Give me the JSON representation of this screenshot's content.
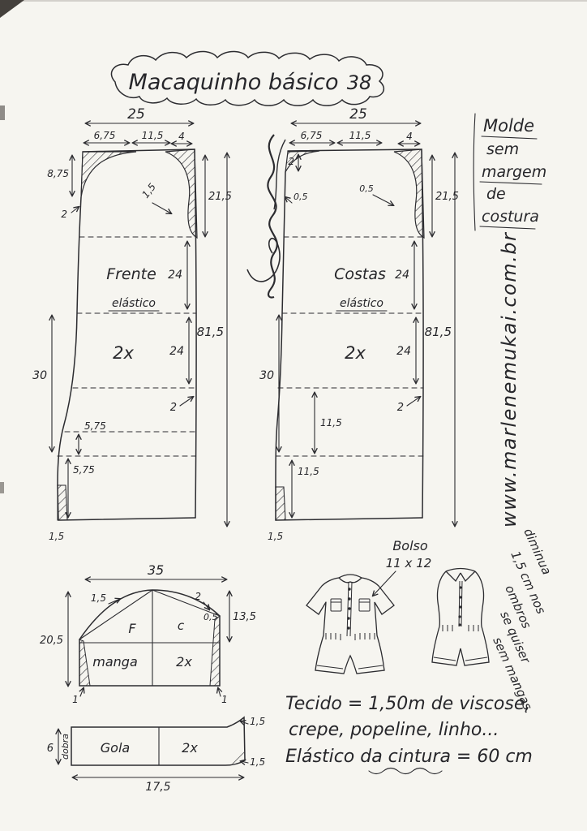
{
  "title": {
    "text": "Macaquinho básico",
    "size_number": "38"
  },
  "front": {
    "label": "Frente",
    "elastic_label": "elástico",
    "quantity": "2x",
    "m": {
      "top_width": "25",
      "shoulder": "6,75",
      "neck_width": "11,5",
      "armhole_notch": "4",
      "neck_depth": "8,75",
      "cf_slant": "2",
      "armhole_curve": "1,5",
      "armhole_depth": "21,5",
      "chest_to_waist": "24",
      "waist_to_hip": "24",
      "total_length": "81,5",
      "hip_length": "30",
      "rise_upper": "5,75",
      "rise_lower": "5,75",
      "hem": "1,5",
      "side_offset": "2"
    }
  },
  "back": {
    "label": "Costas",
    "elastic_label": "elástico",
    "quantity": "2x",
    "m": {
      "top_width": "25",
      "shoulder": "6,75",
      "neck_width": "11,5",
      "armhole_notch": "4",
      "neck_depth": "2",
      "cb_slant": "0,5",
      "armhole_curve": "0,5",
      "armhole_depth": "21,5",
      "chest_to_waist": "24",
      "waist_to_hip": "24",
      "total_length": "81,5",
      "hip_length": "30",
      "rise_upper": "11,5",
      "rise_lower": "11,5",
      "hem": "1,5",
      "side_offset": "2"
    }
  },
  "sleeve": {
    "label": "manga",
    "quantity": "2x",
    "front_mark": "F",
    "back_mark": "c",
    "m": {
      "top_width": "35",
      "cap_left": "1,5",
      "cap_right": "2",
      "cap_right_half": "0,5",
      "cap_height": "13,5",
      "length": "20,5",
      "hem_left": "1",
      "hem_right": "1"
    }
  },
  "collar": {
    "label": "Gola",
    "quantity": "2x",
    "fold_label": "dobra",
    "m": {
      "length": "17,5",
      "width": "6",
      "tip_top": "1,5",
      "tip_bottom": "1,5"
    }
  },
  "pocket_note": {
    "line1": "Bolso",
    "line2": "11 x 12"
  },
  "margin_note": {
    "line1": "Molde",
    "line2": "sem",
    "line3": "margem",
    "line4": "de",
    "line5": "costura"
  },
  "website": "www.marlenemukai.com.br",
  "sleeveless_note": {
    "line1": "diminua",
    "line2": "1,5 cm nos",
    "line3": "ombros",
    "line4": "se quiser",
    "line5": "sem mangas."
  },
  "fabric_note": {
    "line1": "Tecido = 1,50m de viscose,",
    "line2": "crepe, popeline, linho...",
    "line3": "Elástico da cintura = 60 cm"
  }
}
